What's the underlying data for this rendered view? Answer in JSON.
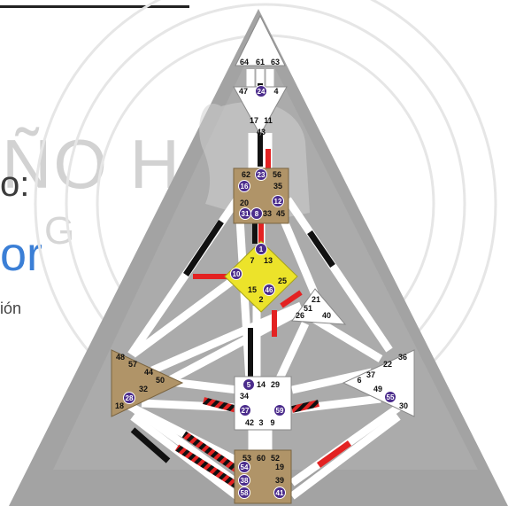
{
  "background": {
    "title": "ÑO H    NO",
    "subtitle": "G E        O",
    "side_text_1": "o:",
    "side_text_2": "or",
    "side_text_3": "ión"
  },
  "colors": {
    "center_fill": "#b09468",
    "g_center": "#ece32a",
    "activation_red": "#e32222",
    "activation_black": "#111111",
    "gate_circle": "#4b2c8c",
    "channel_white": "#ffffff",
    "triangle_gray": "#9f9f9f"
  },
  "centers": {
    "head": {
      "gates": [
        "64",
        "61",
        "63"
      ]
    },
    "ajna": {
      "gates": [
        "47",
        "24",
        "4",
        "17",
        "11",
        "43"
      ],
      "activated": [
        "24"
      ]
    },
    "throat": {
      "gates": [
        "62",
        "23",
        "56",
        "16",
        "35",
        "12",
        "20",
        "31",
        "8",
        "33",
        "45"
      ],
      "activated": [
        "23",
        "16",
        "12",
        "31",
        "8"
      ]
    },
    "g": {
      "gates": [
        "1",
        "7",
        "13",
        "10",
        "25",
        "15",
        "46",
        "2"
      ],
      "activated": [
        "1",
        "10",
        "46"
      ]
    },
    "heart": {
      "gates": [
        "21",
        "51",
        "26",
        "40"
      ]
    },
    "spleen": {
      "gates": [
        "48",
        "57",
        "44",
        "50",
        "32",
        "28",
        "18"
      ],
      "activated": [
        "28"
      ]
    },
    "sacral": {
      "gates": [
        "5",
        "14",
        "29",
        "34",
        "27",
        "59",
        "42",
        "3",
        "9"
      ],
      "activated": [
        "5",
        "27",
        "59"
      ]
    },
    "solar_plexus": {
      "gates": [
        "36",
        "22",
        "6",
        "37",
        "49",
        "55",
        "30"
      ],
      "activated": [
        "55"
      ]
    },
    "root": {
      "gates": [
        "53",
        "60",
        "52",
        "54",
        "19",
        "38",
        "39",
        "58",
        "41"
      ],
      "activated": [
        "54",
        "38",
        "58",
        "41"
      ]
    }
  }
}
